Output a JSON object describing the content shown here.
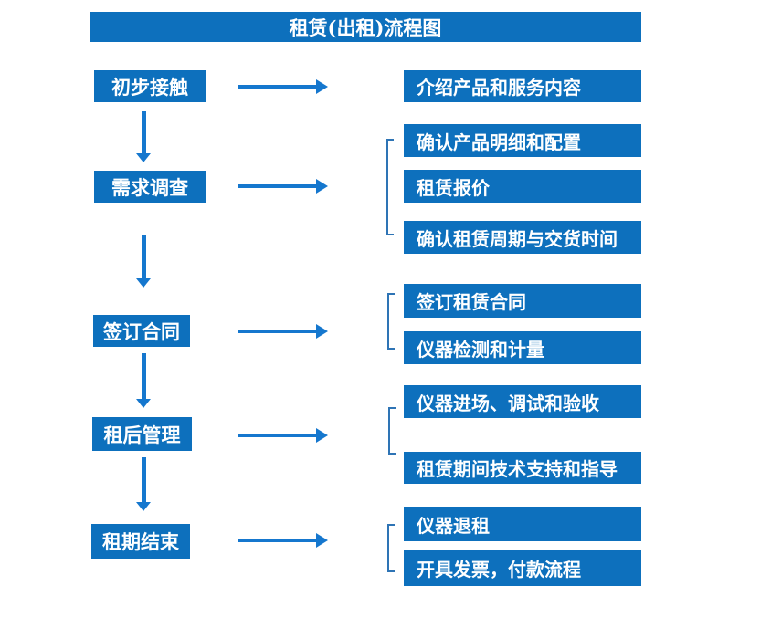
{
  "title": "租赁(出租)流程图",
  "colors": {
    "box_blue": "#0d70bd",
    "arrow_blue": "#1577ce",
    "bracket_blue": "#2e74b5",
    "text_white": "#ffffff"
  },
  "flow": [
    {
      "step": "初步接触",
      "details": [
        "介绍产品和服务内容"
      ]
    },
    {
      "step": "需求调查",
      "details": [
        "确认产品明细和配置",
        "租赁报价",
        "确认租赁周期与交货时间"
      ]
    },
    {
      "step": "签订合同",
      "details": [
        "签订租赁合同",
        "仪器检测和计量"
      ]
    },
    {
      "step": "租后管理",
      "details": [
        "仪器进场、调试和验收",
        "租赁期间技术支持和指导"
      ]
    },
    {
      "step": "租期结束",
      "details": [
        "仪器退租",
        "开具发票，付款流程"
      ]
    }
  ]
}
